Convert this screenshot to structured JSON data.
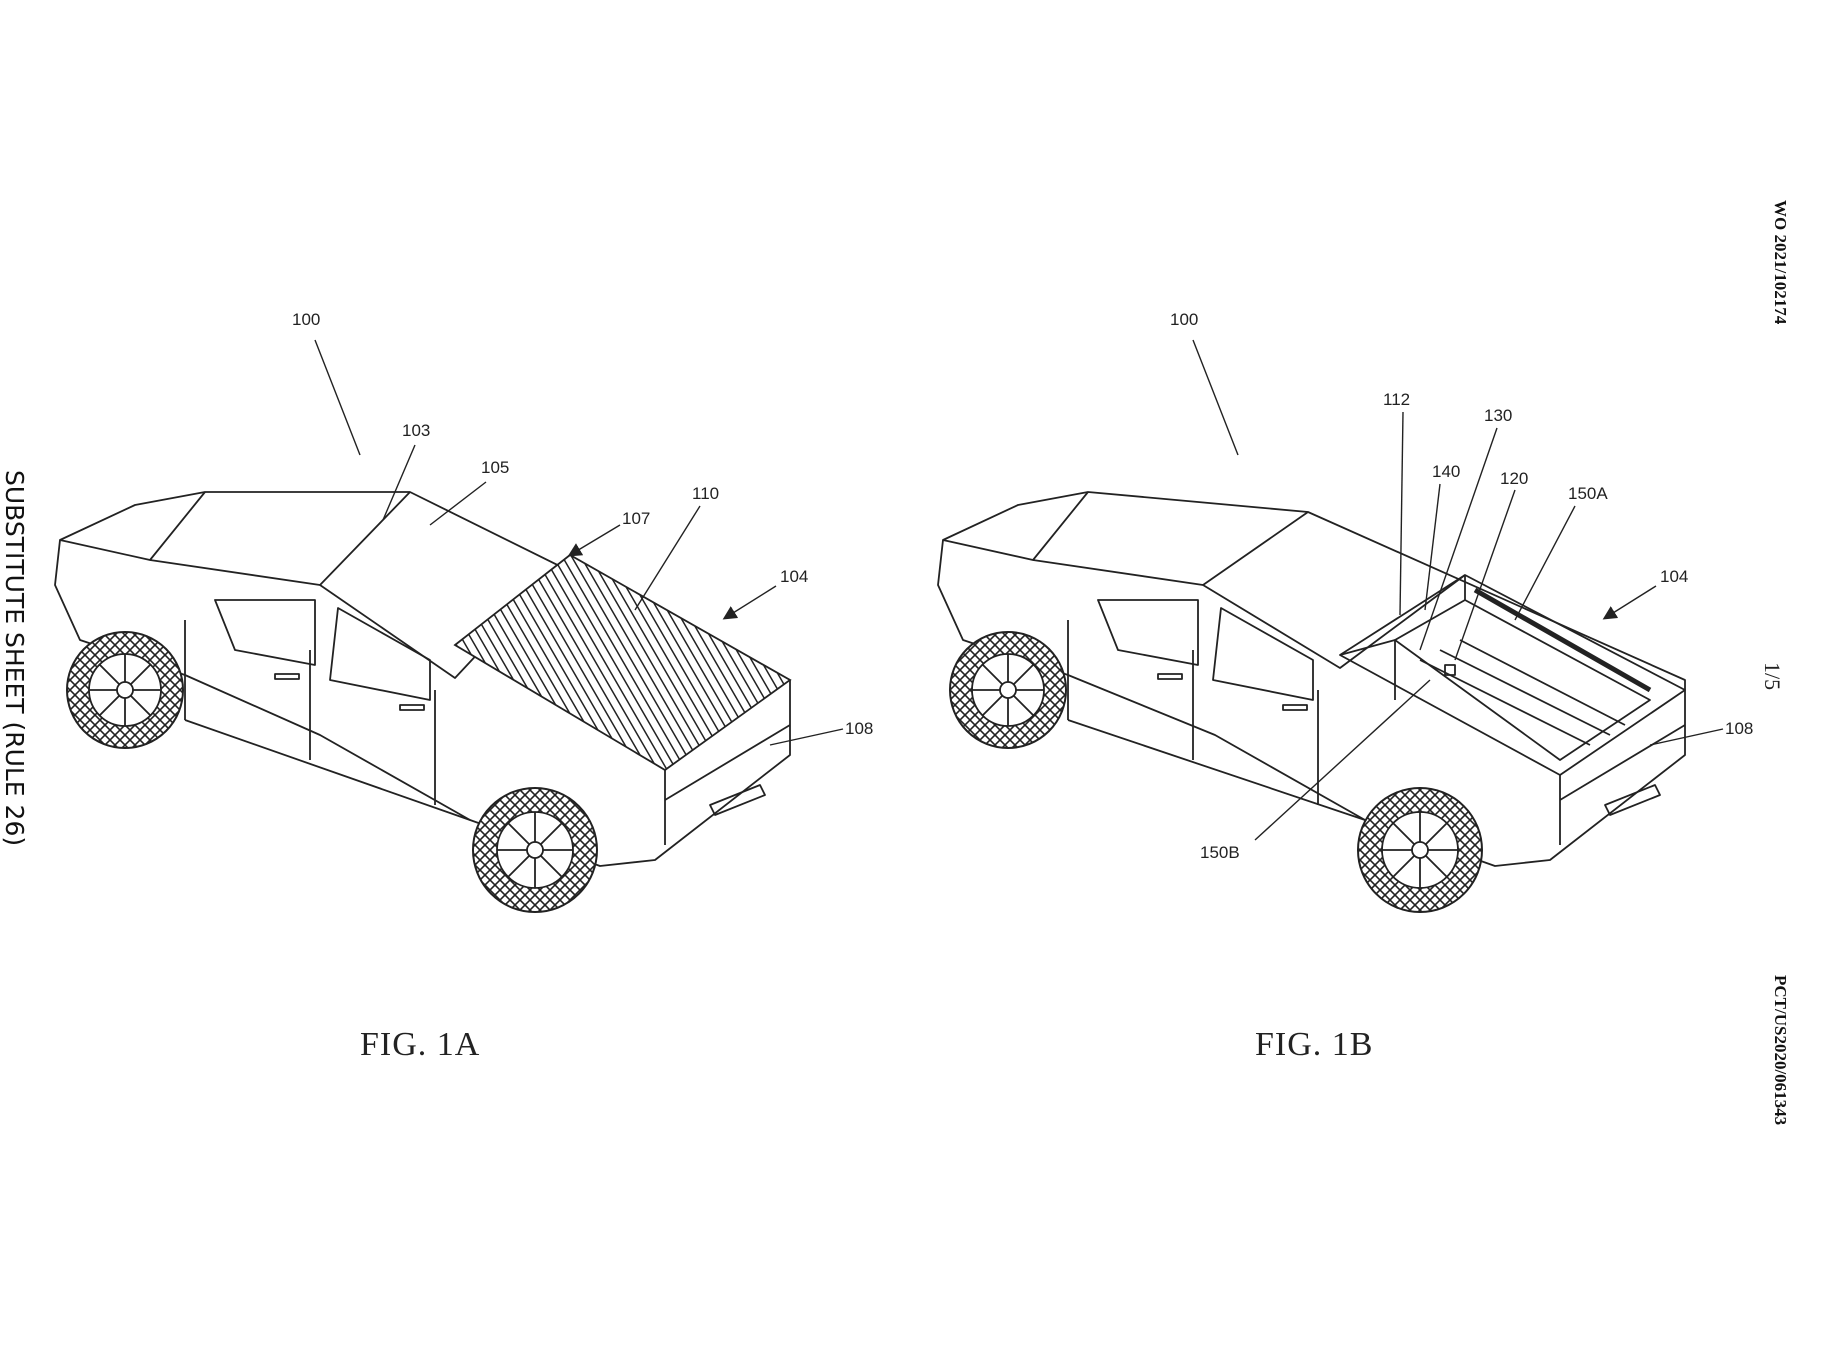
{
  "sheet": {
    "header_left_vertical": "SUBSTITUTE SHEET (RULE 26)",
    "header_right_top": "WO 2021/102174",
    "header_right_bottom": "PCT/US2020/061343",
    "page_number": "1/5"
  },
  "figure_1a": {
    "caption": "FIG. 1A",
    "refs": {
      "r100": "100",
      "r103": "103",
      "r105": "105",
      "r107": "107",
      "r110": "110",
      "r104": "104",
      "r108": "108"
    }
  },
  "figure_1b": {
    "caption": "FIG. 1B",
    "refs": {
      "r100": "100",
      "r112": "112",
      "r130": "130",
      "r140": "140",
      "r120": "120",
      "r150a": "150A",
      "r104": "104",
      "r108": "108",
      "r150b": "150B"
    }
  }
}
